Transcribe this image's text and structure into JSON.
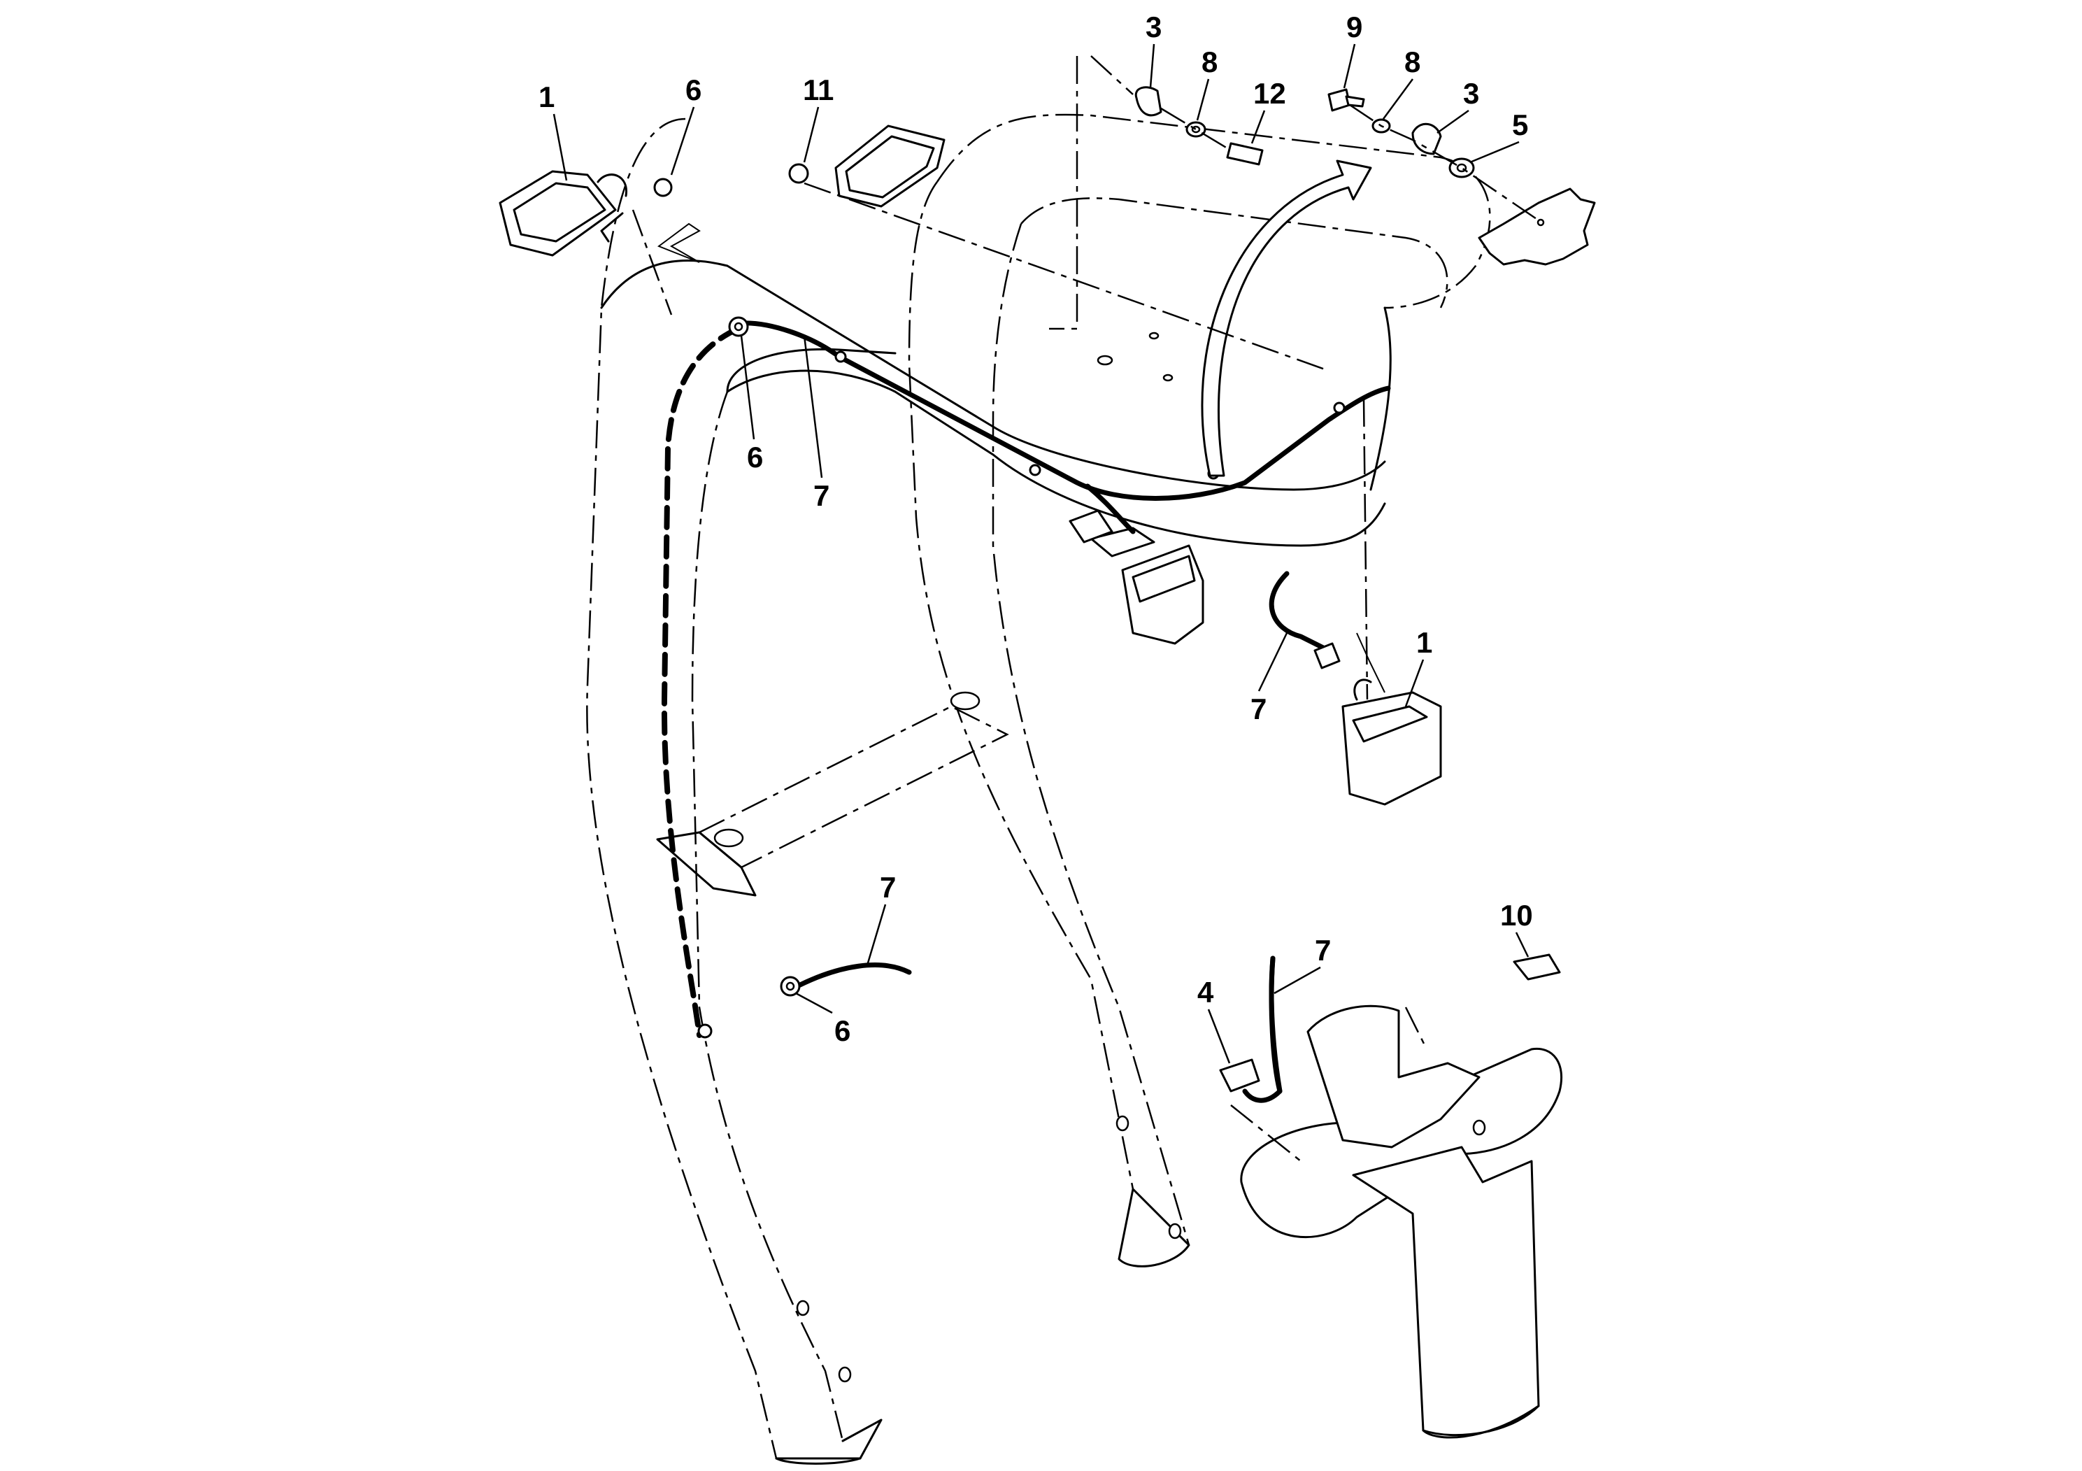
{
  "diagram": {
    "type": "exploded-parts-diagram",
    "callouts": [
      {
        "id": "c1-left",
        "label": "1"
      },
      {
        "id": "c6-top",
        "label": "6"
      },
      {
        "id": "c11",
        "label": "11"
      },
      {
        "id": "c3-a",
        "label": "3"
      },
      {
        "id": "c8-a",
        "label": "8"
      },
      {
        "id": "c12",
        "label": "12"
      },
      {
        "id": "c9",
        "label": "9"
      },
      {
        "id": "c8-b",
        "label": "8"
      },
      {
        "id": "c3-b",
        "label": "3"
      },
      {
        "id": "c5",
        "label": "5"
      },
      {
        "id": "c6-mid",
        "label": "6"
      },
      {
        "id": "c7-mid",
        "label": "7"
      },
      {
        "id": "c1-right",
        "label": "1"
      },
      {
        "id": "c7-right",
        "label": "7"
      },
      {
        "id": "c7-lower",
        "label": "7"
      },
      {
        "id": "c6-lower",
        "label": "6"
      },
      {
        "id": "c10",
        "label": "10"
      },
      {
        "id": "c7-bottom",
        "label": "7"
      },
      {
        "id": "c4",
        "label": "4"
      }
    ]
  }
}
